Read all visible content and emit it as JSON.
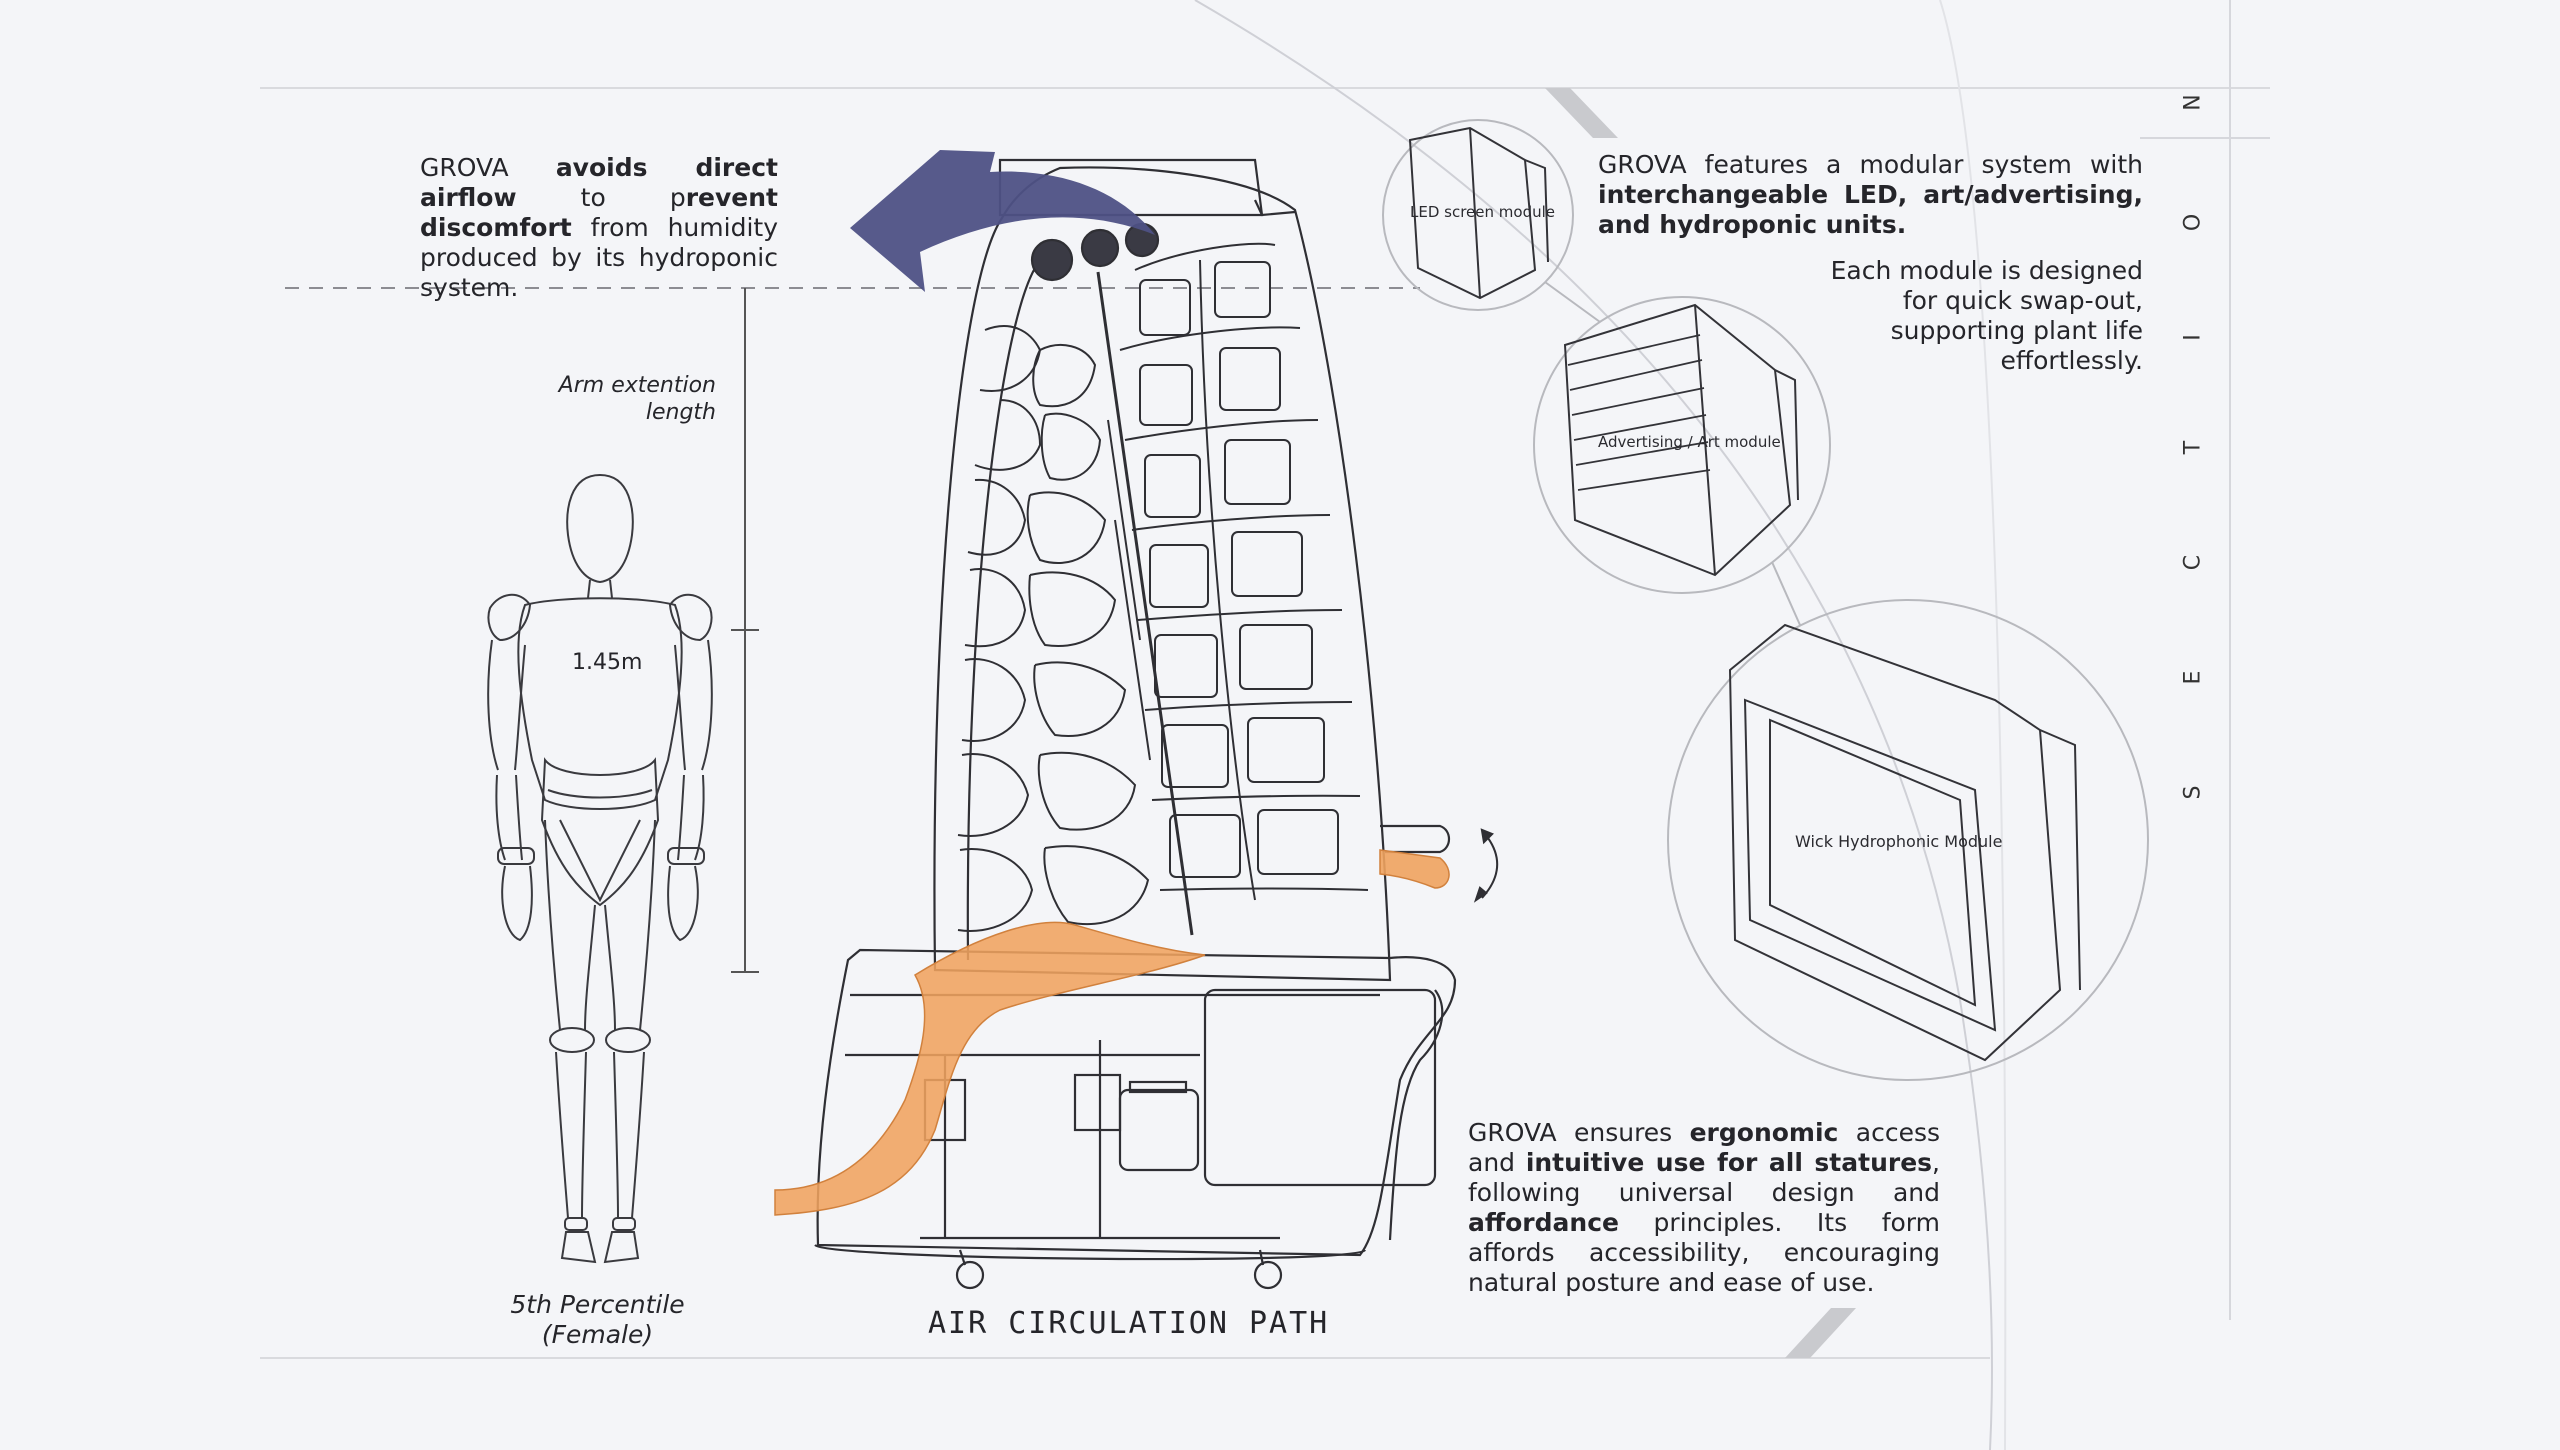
{
  "airflow_note": {
    "parts": [
      {
        "text": "GROVA ",
        "bold": false
      },
      {
        "text": "avoids direct airflow",
        "bold": true
      },
      {
        "text": " to p",
        "bold": false
      },
      {
        "text": "revent discomfort",
        "bold": true
      },
      {
        "text": " from humidity produced by its hydroponic system.",
        "bold": false
      }
    ]
  },
  "modular_note": {
    "parts": [
      {
        "text": "GROVA features a modular system with ",
        "bold": false
      },
      {
        "text": "interchangeable LED, art/advertising, and hydroponic units.",
        "bold": true
      }
    ],
    "secondary": "Each module is designed for quick swap-out, supporting plant life effortlessly."
  },
  "ergonomic_note": {
    "parts": [
      {
        "text": "GROVA ensures ",
        "bold": false
      },
      {
        "text": "ergonomic",
        "bold": true
      },
      {
        "text": " access and ",
        "bold": false
      },
      {
        "text": "intuitive use for all statures",
        "bold": true
      },
      {
        "text": ", following universal design and ",
        "bold": false
      },
      {
        "text": "affordance",
        "bold": true
      },
      {
        "text": " principles. Its form affords accessibility, encouraging natural posture and ease of use.",
        "bold": false
      }
    ]
  },
  "arm_extension_label": "Arm extention length",
  "height_label": "1.45m",
  "percentile_label": "5th Percentile (Female)",
  "air_path_label": "AIR CIRCULATION PATH",
  "modules": {
    "led": "LED screen module",
    "advertising": "Advertising / Art module",
    "hydroponic": "Wick Hydrophonic Module"
  },
  "section_letters": [
    "N",
    "O",
    "I",
    "T",
    "C",
    "E",
    "S"
  ],
  "colors": {
    "exhaust_arrow": "#4e5185",
    "intake_flow": "#f0a35e",
    "background": "#f4f5f8",
    "line": "#2a2a2e"
  }
}
